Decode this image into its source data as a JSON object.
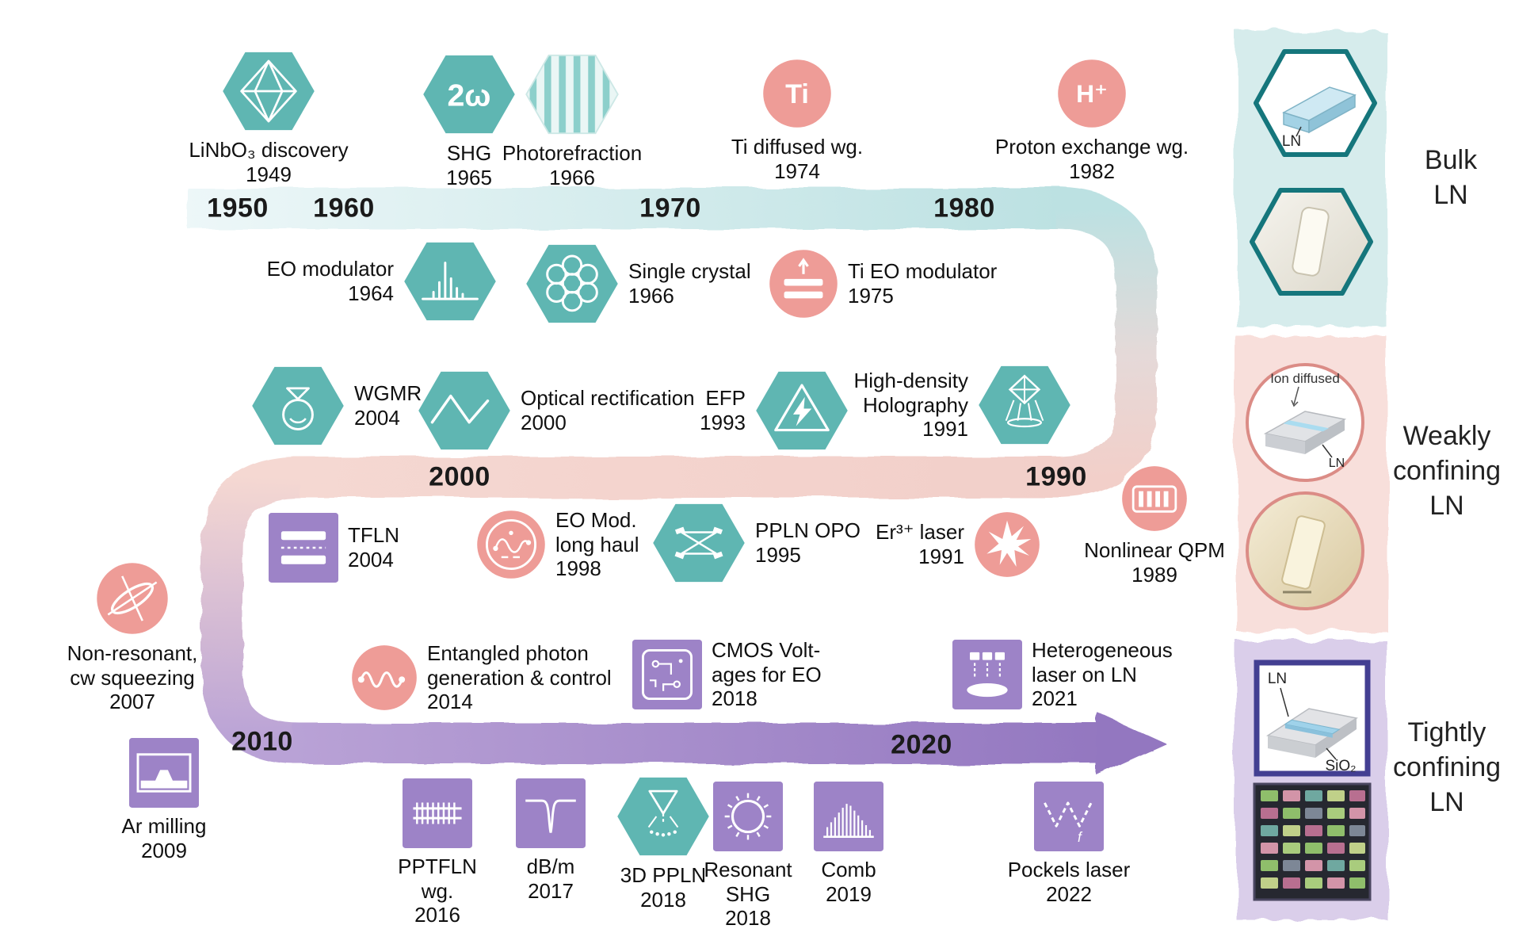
{
  "colors": {
    "hex_teal": "#5fb6b2",
    "circle_pink": "#ee9c97",
    "square_purple": "#9d83c7",
    "band_teal": "#bce1e2",
    "band_pink": "#f2cfc9",
    "band_purple": "#9377c0"
  },
  "years": {
    "y1950": "1950",
    "y1960": "1960",
    "y1970": "1970",
    "y1980": "1980",
    "y1990": "1990",
    "y2000": "2000",
    "y2010": "2010",
    "y2020": "2020"
  },
  "icon_text": {
    "shg": "2ω",
    "ti": "Ti",
    "h_plus": "H⁺",
    "f": "f"
  },
  "events": {
    "linbo3": {
      "lines": [
        "LiNbO₃ discovery"
      ],
      "year": "1949"
    },
    "shg": {
      "lines": [
        "SHG"
      ],
      "year": "1965"
    },
    "photorefraction": {
      "lines": [
        "Photorefraction"
      ],
      "year": "1966"
    },
    "ti_diffused": {
      "lines": [
        "Ti diffused wg."
      ],
      "year": "1974"
    },
    "proton_exchange": {
      "lines": [
        "Proton exchange wg."
      ],
      "year": "1982"
    },
    "eo_modulator": {
      "lines": [
        "EO modulator"
      ],
      "year": "1964"
    },
    "single_crystal": {
      "lines": [
        "Single crystal"
      ],
      "year": "1966"
    },
    "ti_eo_modulator": {
      "lines": [
        "Ti EO modulator"
      ],
      "year": "1975"
    },
    "wgmr": {
      "lines": [
        "WGMR"
      ],
      "year": "2004"
    },
    "optical_rectification": {
      "lines": [
        "Optical rectification"
      ],
      "year": "2000"
    },
    "efp": {
      "lines": [
        "EFP"
      ],
      "year": "1993"
    },
    "holography": {
      "lines": [
        "High-density",
        "Holography"
      ],
      "year": "1991"
    },
    "tfln": {
      "lines": [
        "TFLN"
      ],
      "year": "2004"
    },
    "eo_long_haul": {
      "lines": [
        "EO Mod.",
        "long haul"
      ],
      "year": "1998"
    },
    "ppln_opo": {
      "lines": [
        "PPLN OPO"
      ],
      "year": "1995"
    },
    "er_laser": {
      "lines": [
        "Er³⁺ laser"
      ],
      "year": "1991"
    },
    "qpm": {
      "lines": [
        "Nonlinear QPM"
      ],
      "year": "1989"
    },
    "squeezing": {
      "lines": [
        "Non-resonant,",
        "cw squeezing"
      ],
      "year": "2007"
    },
    "entangled": {
      "lines": [
        "Entangled photon",
        "generation & control"
      ],
      "year": "2014"
    },
    "cmos": {
      "lines": [
        "CMOS Volt-",
        "ages for EO"
      ],
      "year": "2018"
    },
    "hetero_laser": {
      "lines": [
        "Heterogeneous",
        "laser on LN"
      ],
      "year": "2021"
    },
    "ar_milling": {
      "lines": [
        "Ar milling"
      ],
      "year": "2009"
    },
    "pptfln": {
      "lines": [
        "PPTFLN",
        "wg."
      ],
      "year": "2016"
    },
    "dbm": {
      "lines": [
        "dB/m"
      ],
      "year": "2017"
    },
    "ppln3d": {
      "lines": [
        "3D PPLN"
      ],
      "year": "2018"
    },
    "resonant_shg": {
      "lines": [
        "Resonant",
        "SHG"
      ],
      "year": "2018"
    },
    "comb": {
      "lines": [
        "Comb"
      ],
      "year": "2019"
    },
    "pockels": {
      "lines": [
        "Pockels laser"
      ],
      "year": "2022"
    }
  },
  "sidebar": {
    "bulk": {
      "lines": [
        "Bulk",
        "LN"
      ],
      "tag": "LN"
    },
    "weakly": {
      "lines": [
        "Weakly",
        "confining",
        "LN"
      ],
      "ion_label": "Ion diffused",
      "ln_label": "LN"
    },
    "tightly": {
      "lines": [
        "Tightly",
        "confining",
        "LN"
      ],
      "ln_label": "LN",
      "sio2_label": "SiO₂"
    }
  }
}
